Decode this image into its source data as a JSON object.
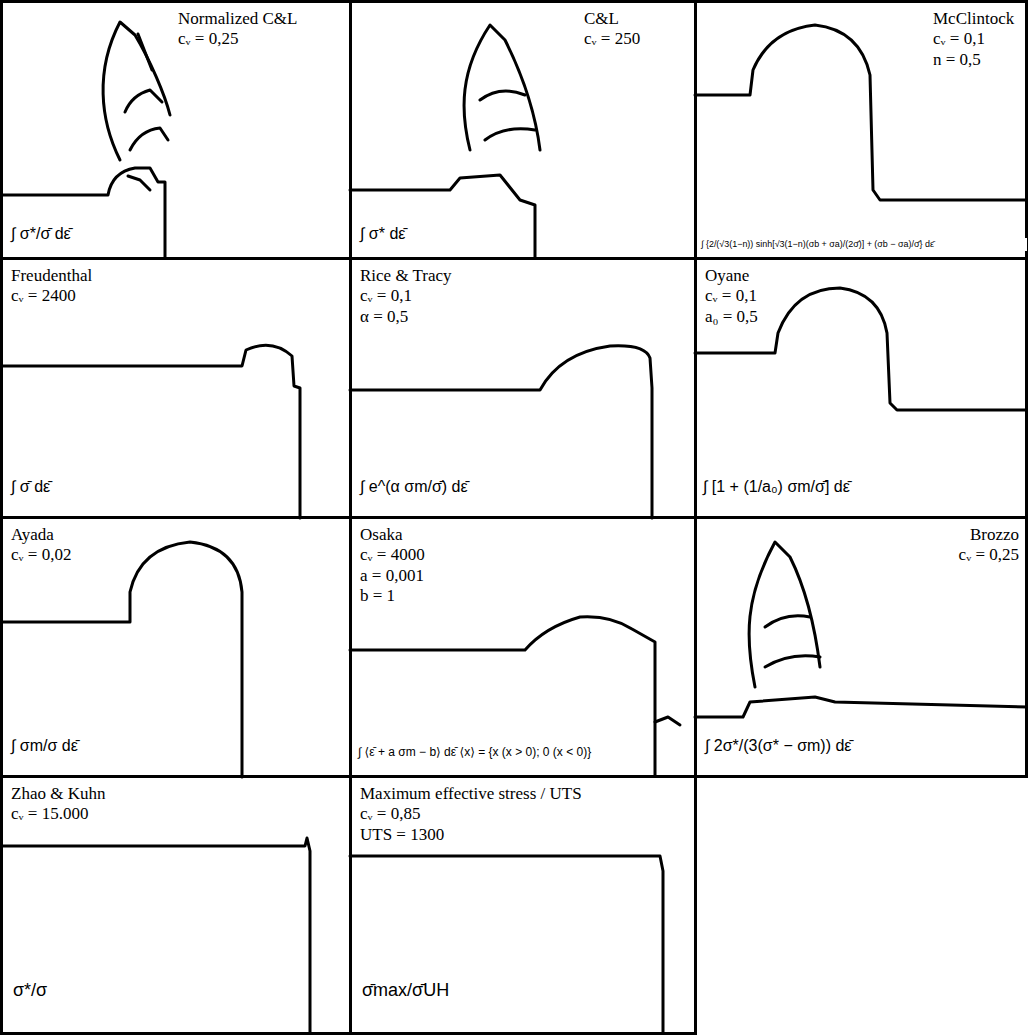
{
  "diagram": {
    "nodes": [
      {
        "text": [
          "Normalized C&L",
          "cᵥ = 0,25",
          "∫ σ*/σ̄ dε̄"
        ]
      },
      {
        "text": [
          "C&L",
          "cᵥ = 250",
          "∫ σ* dε̄"
        ]
      },
      {
        "text": [
          "McClintock",
          "cᵥ = 0,1",
          "n = 0,5",
          "∫ {2/(√3(1−n)) sinh[√3(1−n)(σb + σa)/(2σ̄)] + (σb − σa)/σ̄} dε̄"
        ]
      },
      {
        "text": [
          "Freudenthal",
          "cᵥ = 2400",
          "∫ σ̄ dε̄"
        ]
      },
      {
        "text": [
          "Rice & Tracy",
          "cᵥ = 0,1",
          "α = 0,5",
          "∫ e^(α σm/σ̄) dε̄"
        ]
      },
      {
        "text": [
          "Oyane",
          "cᵥ = 0,1",
          "a₀ = 0,5",
          "∫ [1 + (1/a₀) σm/σ̄] dε̄"
        ]
      },
      {
        "text": [
          "Ayada",
          "cᵥ = 0,02",
          "∫ σm/σ dε̄"
        ]
      },
      {
        "text": [
          "Osaka",
          "cᵥ = 4000",
          "a = 0,001",
          "b = 1",
          "∫ ⟨ε̄ + a σm − b⟩ dε̄   ⟨x⟩ = {x (x > 0); 0 (x < 0)}"
        ]
      },
      {
        "text": [
          "Brozzo",
          "cᵥ = 0,25",
          "∫ 2σ*/(3(σ* − σm)) dε̄"
        ]
      },
      {
        "text": [
          "Zhao & Kuhn",
          "cᵥ = 15.000",
          "σ*/σ"
        ]
      },
      {
        "text": [
          "Maximum effective stress / UTS",
          "cᵥ = 0,85",
          "UTS = 1300",
          "σ̄max/σ̄UH"
        ]
      }
    ]
  }
}
